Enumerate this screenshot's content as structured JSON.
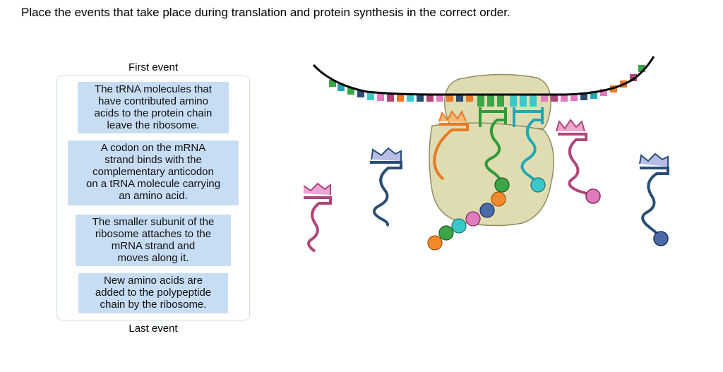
{
  "instructions": "Place the events that take place during translation and protein synthesis in the correct order.",
  "sorting": {
    "first_label": "First event",
    "last_label": "Last event",
    "cards": [
      {
        "lines": [
          "The tRNA molecules that",
          "have contributed amino",
          "acids to the protein chain",
          "leave the ribosome."
        ]
      },
      {
        "lines": [
          "A codon on the mRNA",
          "strand binds with the",
          "complementary anticodon",
          "on a tRNA molecule carrying",
          "an amino acid."
        ]
      },
      {
        "lines": [
          "The smaller subunit of the",
          "ribosome attaches to the",
          "mRNA strand and",
          "moves along it."
        ]
      },
      {
        "lines": [
          "New amino acids are",
          "added to the polypeptide",
          "chain by the ribosome."
        ]
      }
    ]
  },
  "illustration": {
    "subject": "ribosome translating mRNA with tRNA molecules and amino acid chain",
    "colors": {
      "ribosome": "#dedcb0",
      "ribosome_edge": "#8f8d62",
      "mrna": "#000000",
      "trna_orange": "#e87a25",
      "trna_green": "#2e9b3a",
      "trna_teal": "#1fa8b4",
      "trna_magenta": "#b0457a",
      "trna_navy": "#2a4e74",
      "amino_orange": "#f08a2a",
      "amino_green": "#3da548",
      "amino_teal": "#3cc8c8",
      "amino_pink": "#e07bc0",
      "amino_navy": "#4b6aa8"
    }
  }
}
